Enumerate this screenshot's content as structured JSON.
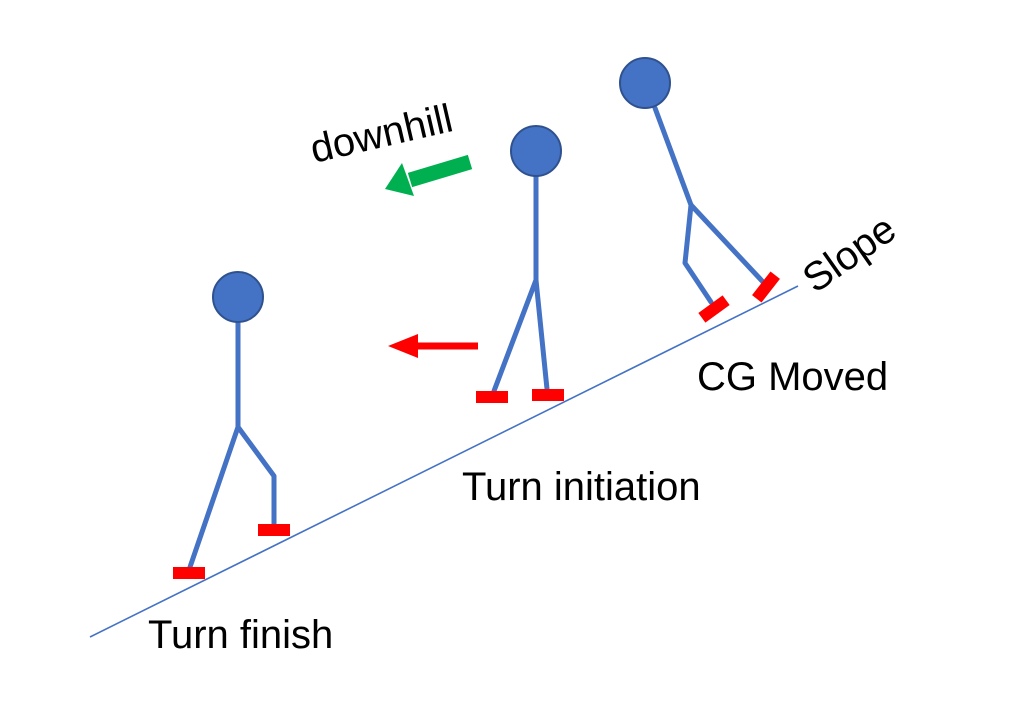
{
  "labels": {
    "downhill": "downhill",
    "slope": "Slope",
    "cg_moved": "CG Moved",
    "turn_initiation": "Turn initiation",
    "turn_finish": "Turn finish"
  },
  "colors": {
    "background": "#ffffff",
    "slope_line": "#4472c4",
    "body": "#4472c4",
    "head": "#4472c4",
    "head_outline": "#2f528f",
    "skis": "#ff0000",
    "downhill_arrow": "#00b050",
    "movement_arrow": "#ff0000",
    "text": "#000000"
  },
  "figures": [
    {
      "name": "turn-finish-skier"
    },
    {
      "name": "turn-initiation-skier"
    },
    {
      "name": "cg-moved-skier"
    }
  ]
}
